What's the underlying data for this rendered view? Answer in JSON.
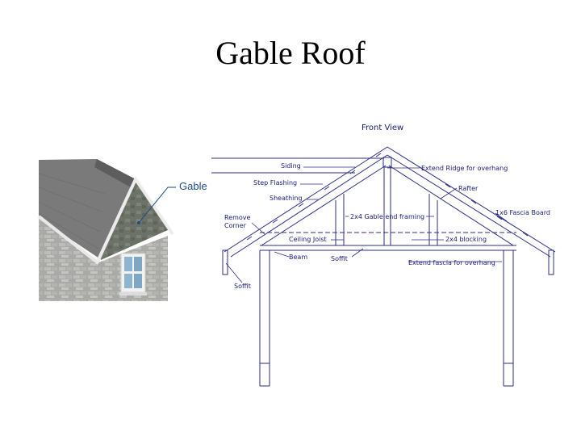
{
  "title": "Gable Roof",
  "house_label": "Gable",
  "diagram": {
    "header": "Front View",
    "labels": {
      "siding": "Siding",
      "step_flashing": "Step Flashing",
      "sheathing": "Sheathing",
      "remove_corner": "Remove",
      "remove_corner_2": "Corner",
      "ceiling_joist": "Ceiling Joist",
      "beam": "Beam",
      "soffit_left": "Soffit",
      "soffit_center": "Soffit",
      "extend_ridge": "Extend Ridge for overhang",
      "rafter": "Rafter",
      "fascia_board": "1x6 Fascia Board",
      "gable_framing": "2x4 Gable end framing",
      "blocking": "2x4 blocking",
      "extend_fascia": "Extend fascia for overhang"
    }
  },
  "colors": {
    "line": "#2d2d8a",
    "label": "#1a1a7a",
    "gable_label": "#1e4d8c"
  }
}
